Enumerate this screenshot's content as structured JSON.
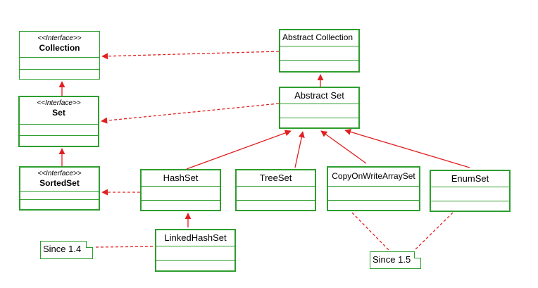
{
  "interfaces": [
    {
      "id": "collection",
      "stereotype": "<<Interface>>",
      "name": "Collection"
    },
    {
      "id": "set",
      "stereotype": "<<Interface>>",
      "name": "Set"
    },
    {
      "id": "sortedset",
      "stereotype": "<<Interface>>",
      "name": "SortedSet"
    }
  ],
  "classes": [
    {
      "id": "abstract_collection",
      "name": "Abstract Collection"
    },
    {
      "id": "abstract_set",
      "name": "Abstract Set"
    },
    {
      "id": "hashset",
      "name": "HashSet"
    },
    {
      "id": "treeset",
      "name": "TreeSet"
    },
    {
      "id": "cowas",
      "name": "CopyOnWriteArraySet"
    },
    {
      "id": "enumset",
      "name": "EnumSet"
    },
    {
      "id": "linkedhashset",
      "name": "LinkedHashSet"
    }
  ],
  "notes": [
    {
      "id": "since14",
      "text": "Since 1.4"
    },
    {
      "id": "since15",
      "text": "Since 1.5"
    }
  ],
  "colors": {
    "box_border": "#2e9e2e",
    "arrow": "#e02020"
  }
}
